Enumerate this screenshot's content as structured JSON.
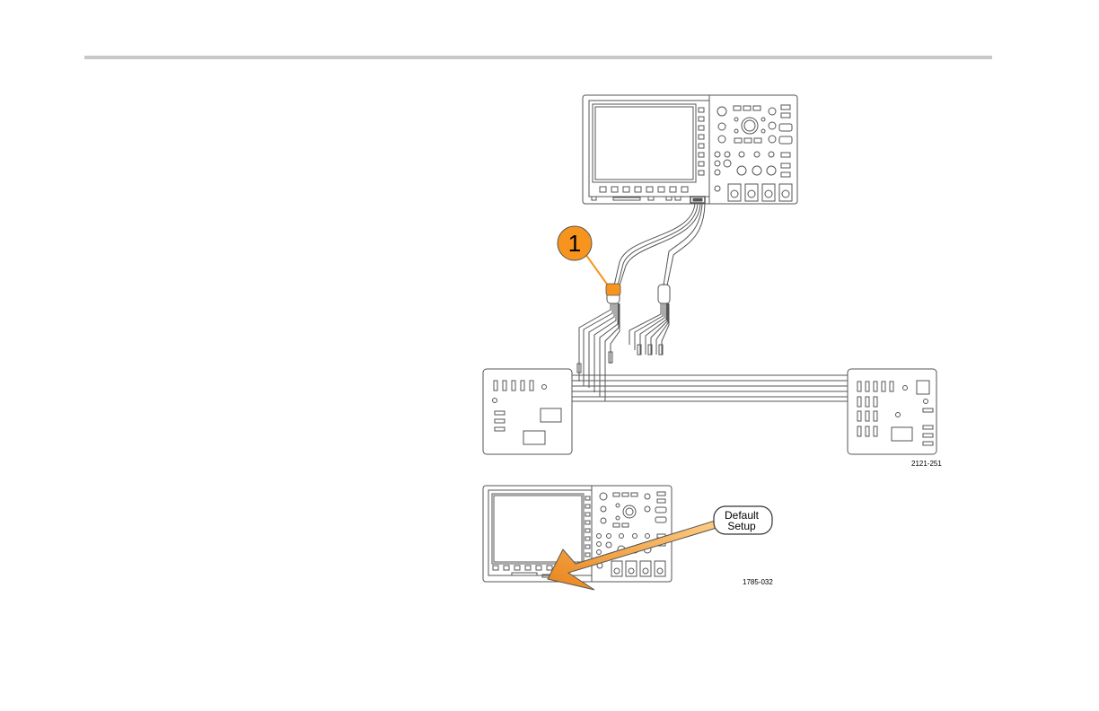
{
  "callout": {
    "number": "1",
    "color": "#F7941D"
  },
  "figure_ids": {
    "top": "2121-251",
    "bottom": "1785-032"
  },
  "button": {
    "line1": "Default",
    "line2": "Setup"
  },
  "colors": {
    "accent": "#F7941D",
    "line": "#555555",
    "rule": "#c8c8c8"
  }
}
